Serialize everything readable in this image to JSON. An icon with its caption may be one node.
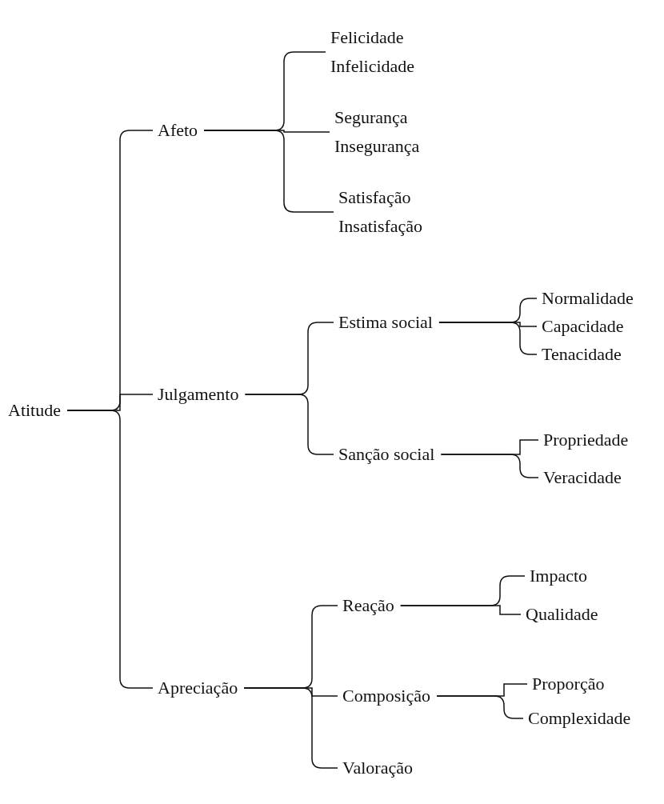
{
  "diagram": {
    "nodes": [
      {
        "text": [
          "Atitude"
        ]
      },
      {
        "text": [
          "Afeto"
        ]
      },
      {
        "text": [
          "Felicidade",
          "Infelicidade"
        ]
      },
      {
        "text": [
          "Segurança",
          "Insegurança"
        ]
      },
      {
        "text": [
          "Satisfação",
          "Insatisfação"
        ]
      },
      {
        "text": [
          "Julgamento"
        ]
      },
      {
        "text": [
          "Estima social"
        ]
      },
      {
        "text": [
          "Normalidade"
        ]
      },
      {
        "text": [
          "Capacidade"
        ]
      },
      {
        "text": [
          "Tenacidade"
        ]
      },
      {
        "text": [
          "Sanção social"
        ]
      },
      {
        "text": [
          "Propriedade"
        ]
      },
      {
        "text": [
          "Veracidade"
        ]
      },
      {
        "text": [
          "Apreciação"
        ]
      },
      {
        "text": [
          "Reação"
        ]
      },
      {
        "text": [
          "Impacto"
        ]
      },
      {
        "text": [
          "Qualidade"
        ]
      },
      {
        "text": [
          "Composição"
        ]
      },
      {
        "text": [
          "Proporção"
        ]
      },
      {
        "text": [
          "Complexidade"
        ]
      },
      {
        "text": [
          "Valoração"
        ]
      }
    ],
    "edges": [
      {
        "from": 0,
        "to": 1,
        "arrow": "none"
      },
      {
        "from": 0,
        "to": 5,
        "arrow": "none"
      },
      {
        "from": 0,
        "to": 13,
        "arrow": "none"
      },
      {
        "from": 1,
        "to": 2,
        "arrow": "none"
      },
      {
        "from": 1,
        "to": 3,
        "arrow": "none"
      },
      {
        "from": 1,
        "to": 4,
        "arrow": "none"
      },
      {
        "from": 5,
        "to": 6,
        "arrow": "none"
      },
      {
        "from": 5,
        "to": 10,
        "arrow": "none"
      },
      {
        "from": 6,
        "to": 7,
        "arrow": "none"
      },
      {
        "from": 6,
        "to": 8,
        "arrow": "none"
      },
      {
        "from": 6,
        "to": 9,
        "arrow": "none"
      },
      {
        "from": 10,
        "to": 11,
        "arrow": "none"
      },
      {
        "from": 10,
        "to": 12,
        "arrow": "none"
      },
      {
        "from": 13,
        "to": 14,
        "arrow": "none"
      },
      {
        "from": 13,
        "to": 17,
        "arrow": "none"
      },
      {
        "from": 13,
        "to": 20,
        "arrow": "none"
      },
      {
        "from": 14,
        "to": 15,
        "arrow": "none"
      },
      {
        "from": 14,
        "to": 16,
        "arrow": "none"
      },
      {
        "from": 17,
        "to": 18,
        "arrow": "none"
      },
      {
        "from": 17,
        "to": 19,
        "arrow": "none"
      }
    ]
  }
}
